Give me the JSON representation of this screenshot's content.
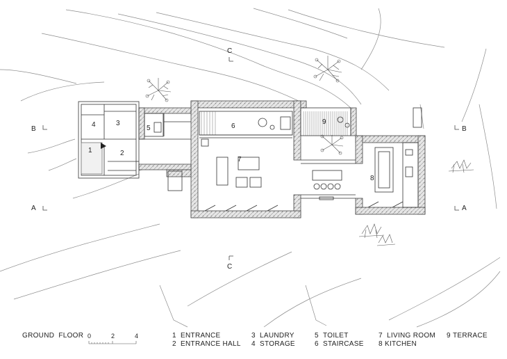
{
  "drawing": {
    "title": "GROUND  FLOOR",
    "scale": {
      "labels": [
        "0",
        "2",
        "4"
      ]
    },
    "section_marks": [
      {
        "id": "c-top",
        "label": "C"
      },
      {
        "id": "c-bottom",
        "label": "C"
      },
      {
        "id": "b-left",
        "label": "B"
      },
      {
        "id": "b-right",
        "label": "B"
      },
      {
        "id": "a-left",
        "label": "A"
      },
      {
        "id": "a-right",
        "label": "A"
      }
    ],
    "room_numbers": [
      "1",
      "2",
      "3",
      "4",
      "5",
      "6",
      "7",
      "8",
      "9"
    ]
  },
  "legend": {
    "items": [
      {
        "num": "1",
        "name": "ENTRANCE"
      },
      {
        "num": "2",
        "name": "ENTRANCE HALL"
      },
      {
        "num": "3",
        "name": "LAUNDRY"
      },
      {
        "num": "4",
        "name": "STORAGE"
      },
      {
        "num": "5",
        "name": "TOILET"
      },
      {
        "num": "6",
        "name": "STAIRCASE"
      },
      {
        "num": "7",
        "name": "LIVING ROOM"
      },
      {
        "num": "8",
        "name": "KITCHEN"
      },
      {
        "num": "9",
        "name": "TERRACE"
      }
    ]
  }
}
